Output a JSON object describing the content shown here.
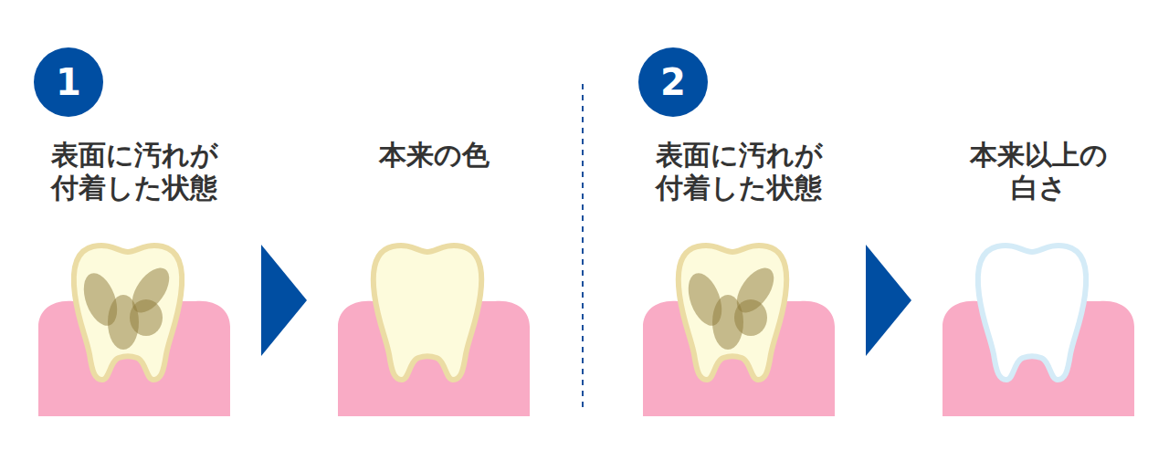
{
  "diagram": {
    "nodes": [
      {
        "text": [
          "1"
        ]
      },
      {
        "text": [
          "表面に汚れが 付着した状態"
        ]
      },
      {
        "text": [
          "本来の色"
        ]
      },
      {
        "text": [
          "2"
        ]
      },
      {
        "text": [
          "表面に汚れが 付着した状態"
        ]
      },
      {
        "text": [
          "本来以上の 白さ"
        ]
      }
    ],
    "edges": [
      {
        "from": 1,
        "to": 2,
        "arrow": "to"
      },
      {
        "from": 4,
        "to": 5,
        "arrow": "to"
      }
    ]
  }
}
